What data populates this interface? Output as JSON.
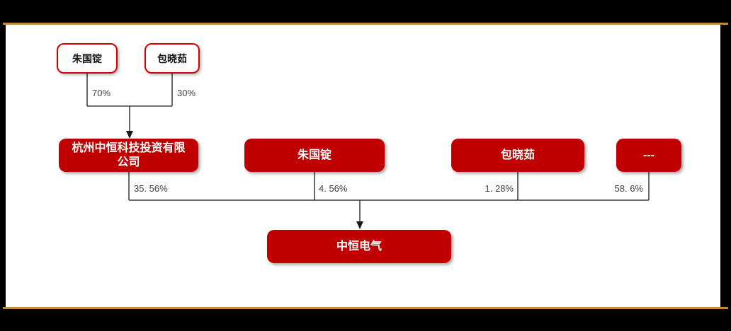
{
  "colors": {
    "node_fill_red": "#C00000",
    "node_outline_red": "#D40000",
    "frame_gold": "#BF8B3A",
    "frame_black": "#000000",
    "connector_line": "#1a1a1a",
    "percent_text": "#404040"
  },
  "diagram": {
    "top_nodes": [
      {
        "label": "朱国锭"
      },
      {
        "label": "包晓茹"
      }
    ],
    "top_edge_labels": [
      {
        "label": "70%"
      },
      {
        "label": "30%"
      }
    ],
    "mid_nodes": [
      {
        "label": "杭州中恒科技投资有限公司"
      },
      {
        "label": "朱国锭"
      },
      {
        "label": "包晓茹"
      },
      {
        "label": "---"
      }
    ],
    "mid_edge_labels": [
      {
        "label": "35. 56%"
      },
      {
        "label": "4. 56%"
      },
      {
        "label": "1. 28%"
      },
      {
        "label": "58. 6%"
      }
    ],
    "bottom_node": {
      "label": "中恒电气"
    }
  }
}
